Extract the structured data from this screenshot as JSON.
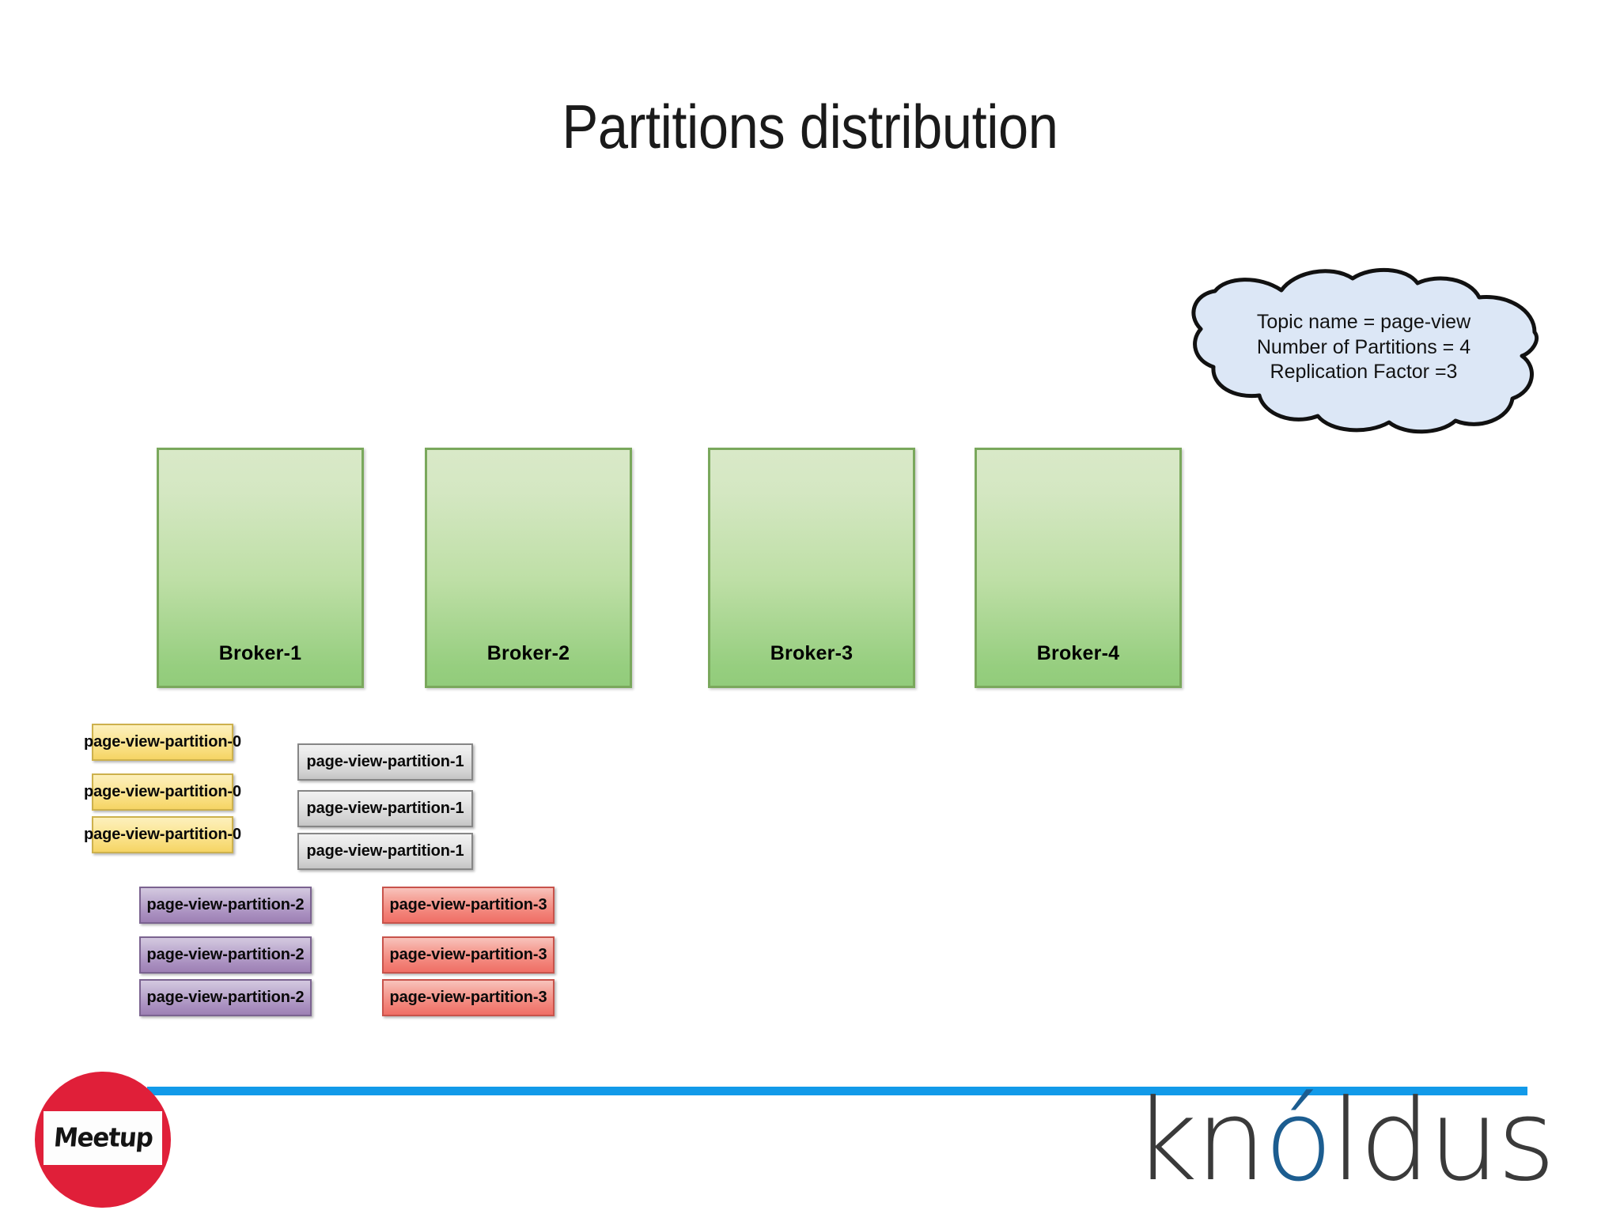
{
  "slide": {
    "title": "Partitions distribution"
  },
  "callout": {
    "name": "topic-config-cloud",
    "lines": [
      "Topic name = page-view",
      "Number of Partitions = 4",
      "Replication Factor =3"
    ],
    "fill_color": "#dce7f6",
    "stroke_color": "#111111"
  },
  "brokers": [
    {
      "label": "Broker-1"
    },
    {
      "label": "Broker-2"
    },
    {
      "label": "Broker-3"
    },
    {
      "label": "Broker-4"
    }
  ],
  "broker_style": {
    "fill_top": "#d9e9c8",
    "fill_bottom": "#92cc7b",
    "border_color": "#7aa85c"
  },
  "partitions": {
    "p0": {
      "color": "#f8dc79",
      "replicas": [
        {
          "label": "page-view-partition-0"
        },
        {
          "label": "page-view-partition-0"
        },
        {
          "label": "page-view-partition-0"
        }
      ]
    },
    "p1": {
      "color": "#d2d2d2",
      "replicas": [
        {
          "label": "page-view-partition-1"
        },
        {
          "label": "page-view-partition-1"
        },
        {
          "label": "page-view-partition-1"
        }
      ]
    },
    "p2": {
      "color": "#a98fbf",
      "replicas": [
        {
          "label": "page-view-partition-2"
        },
        {
          "label": "page-view-partition-2"
        },
        {
          "label": "page-view-partition-2"
        }
      ]
    },
    "p3": {
      "color": "#f28278",
      "replicas": [
        {
          "label": "page-view-partition-3"
        },
        {
          "label": "page-view-partition-3"
        },
        {
          "label": "page-view-partition-3"
        }
      ]
    }
  },
  "footer": {
    "rule_color": "#129ae9",
    "meetup": {
      "word": "Meetup",
      "circle_color": "#e01f39"
    },
    "knoldus": {
      "prefix": "kn",
      "accent": "ó",
      "suffix": "ldus",
      "accent_color": "#1c5d90",
      "text_color": "#3a3a3a"
    }
  }
}
